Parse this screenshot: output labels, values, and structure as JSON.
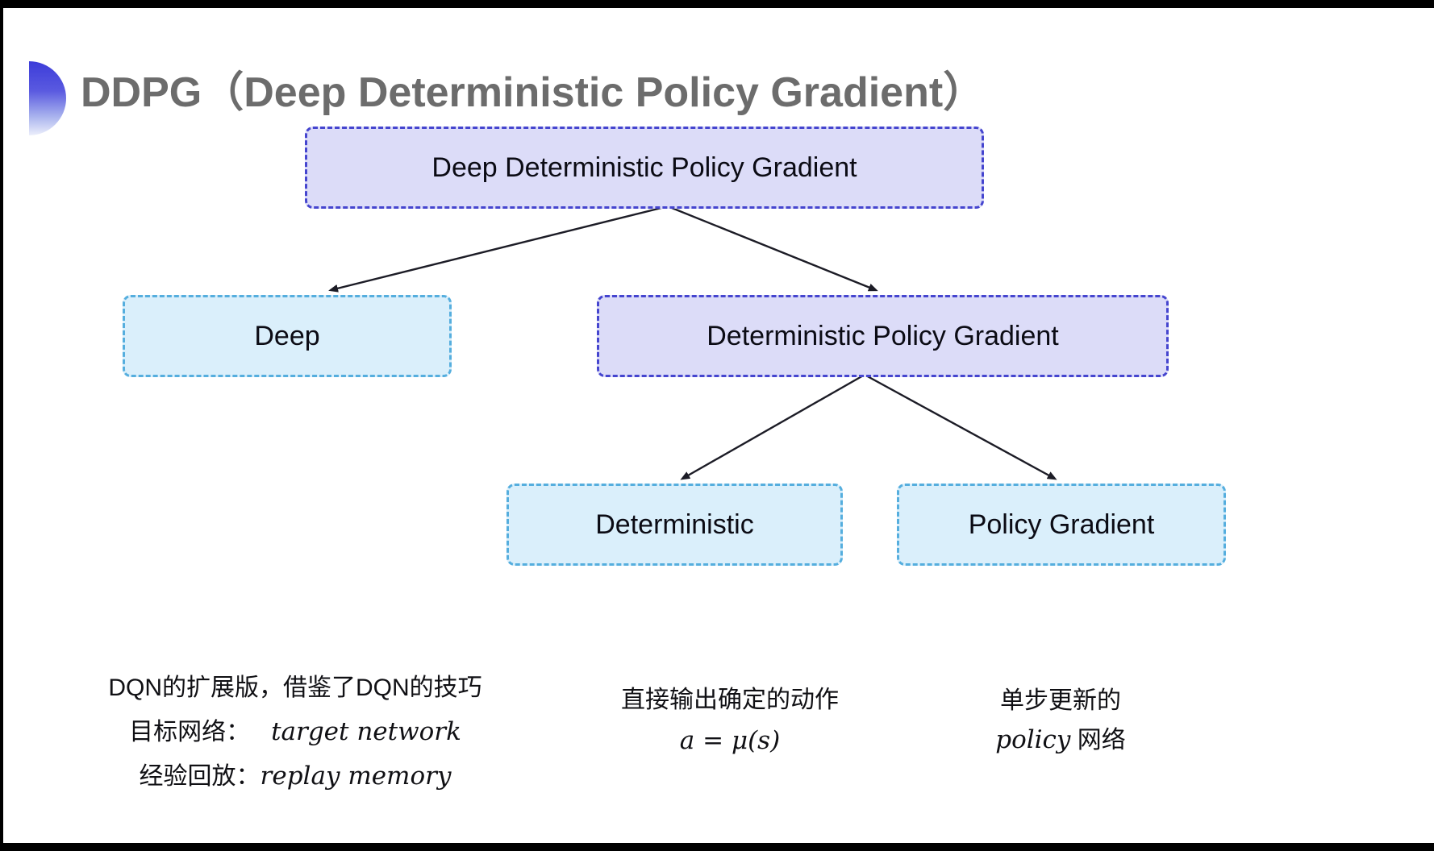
{
  "title": {
    "text": "DDPG（Deep Deterministic Policy Gradient）",
    "color": "#6c6c6c"
  },
  "diagram": {
    "nodes": [
      {
        "id": "ddpg",
        "label": "Deep Deterministic Policy Gradient",
        "variant": "purple"
      },
      {
        "id": "deep",
        "label": "Deep",
        "variant": "cyan"
      },
      {
        "id": "dpg",
        "label": "Deterministic Policy Gradient",
        "variant": "purple"
      },
      {
        "id": "deterministic",
        "label": "Deterministic",
        "variant": "cyan"
      },
      {
        "id": "policy_gradient",
        "label": "Policy Gradient",
        "variant": "cyan"
      }
    ],
    "edges": [
      {
        "from": "ddpg",
        "to": "deep"
      },
      {
        "from": "ddpg",
        "to": "dpg"
      },
      {
        "from": "dpg",
        "to": "deterministic"
      },
      {
        "from": "dpg",
        "to": "policy_gradient"
      }
    ],
    "colors": {
      "purple_fill": "#dcdcf8",
      "purple_border": "#4545cf",
      "cyan_fill": "#daeffb",
      "cyan_border": "#55aede",
      "arrow": "#1c1c26",
      "bullet_top": "#3c3cd9",
      "frame": "#000000"
    }
  },
  "annotations": {
    "deep": {
      "line1": "DQN的扩展版，借鉴了DQN的技巧",
      "line2_label": "目标网络：",
      "line2_value": "target network",
      "line3_label": "经验回放：",
      "line3_value": "replay memory"
    },
    "deterministic": {
      "line1": "直接输出确定的动作",
      "formula": "a = μ(s)"
    },
    "policy_gradient": {
      "line1": "单步更新的",
      "line2_italic": "policy",
      "line2_rest": " 网络"
    }
  }
}
